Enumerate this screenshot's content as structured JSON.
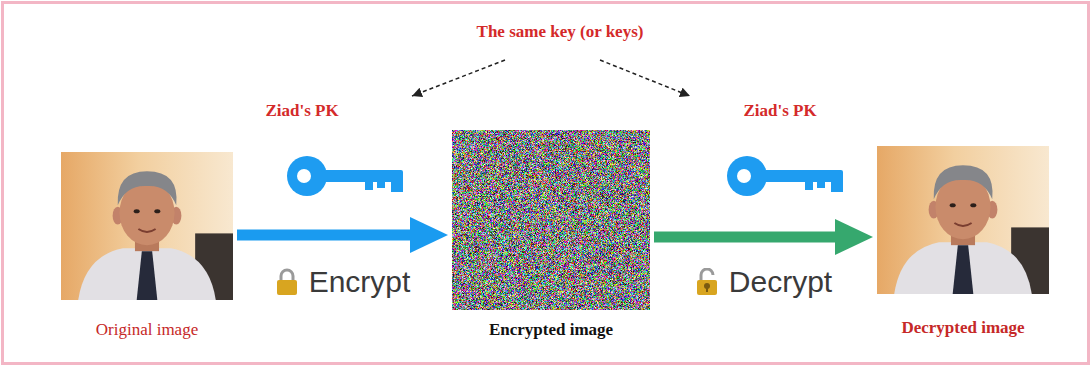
{
  "diagram": {
    "nodes": [
      {
        "text": [
          "Original image"
        ]
      },
      {
        "text": [
          "Encrypted image"
        ]
      },
      {
        "text": [
          "Decrypted image"
        ]
      }
    ],
    "edges": [
      {
        "from": 0,
        "to": 1,
        "arrow": "to",
        "label": "Encrypt"
      },
      {
        "from": 1,
        "to": 2,
        "arrow": "to",
        "label": "Decrypt"
      }
    ],
    "labels": [
      "The same key (or keys)",
      "Ziad's PK",
      "Ziad's PK"
    ]
  }
}
